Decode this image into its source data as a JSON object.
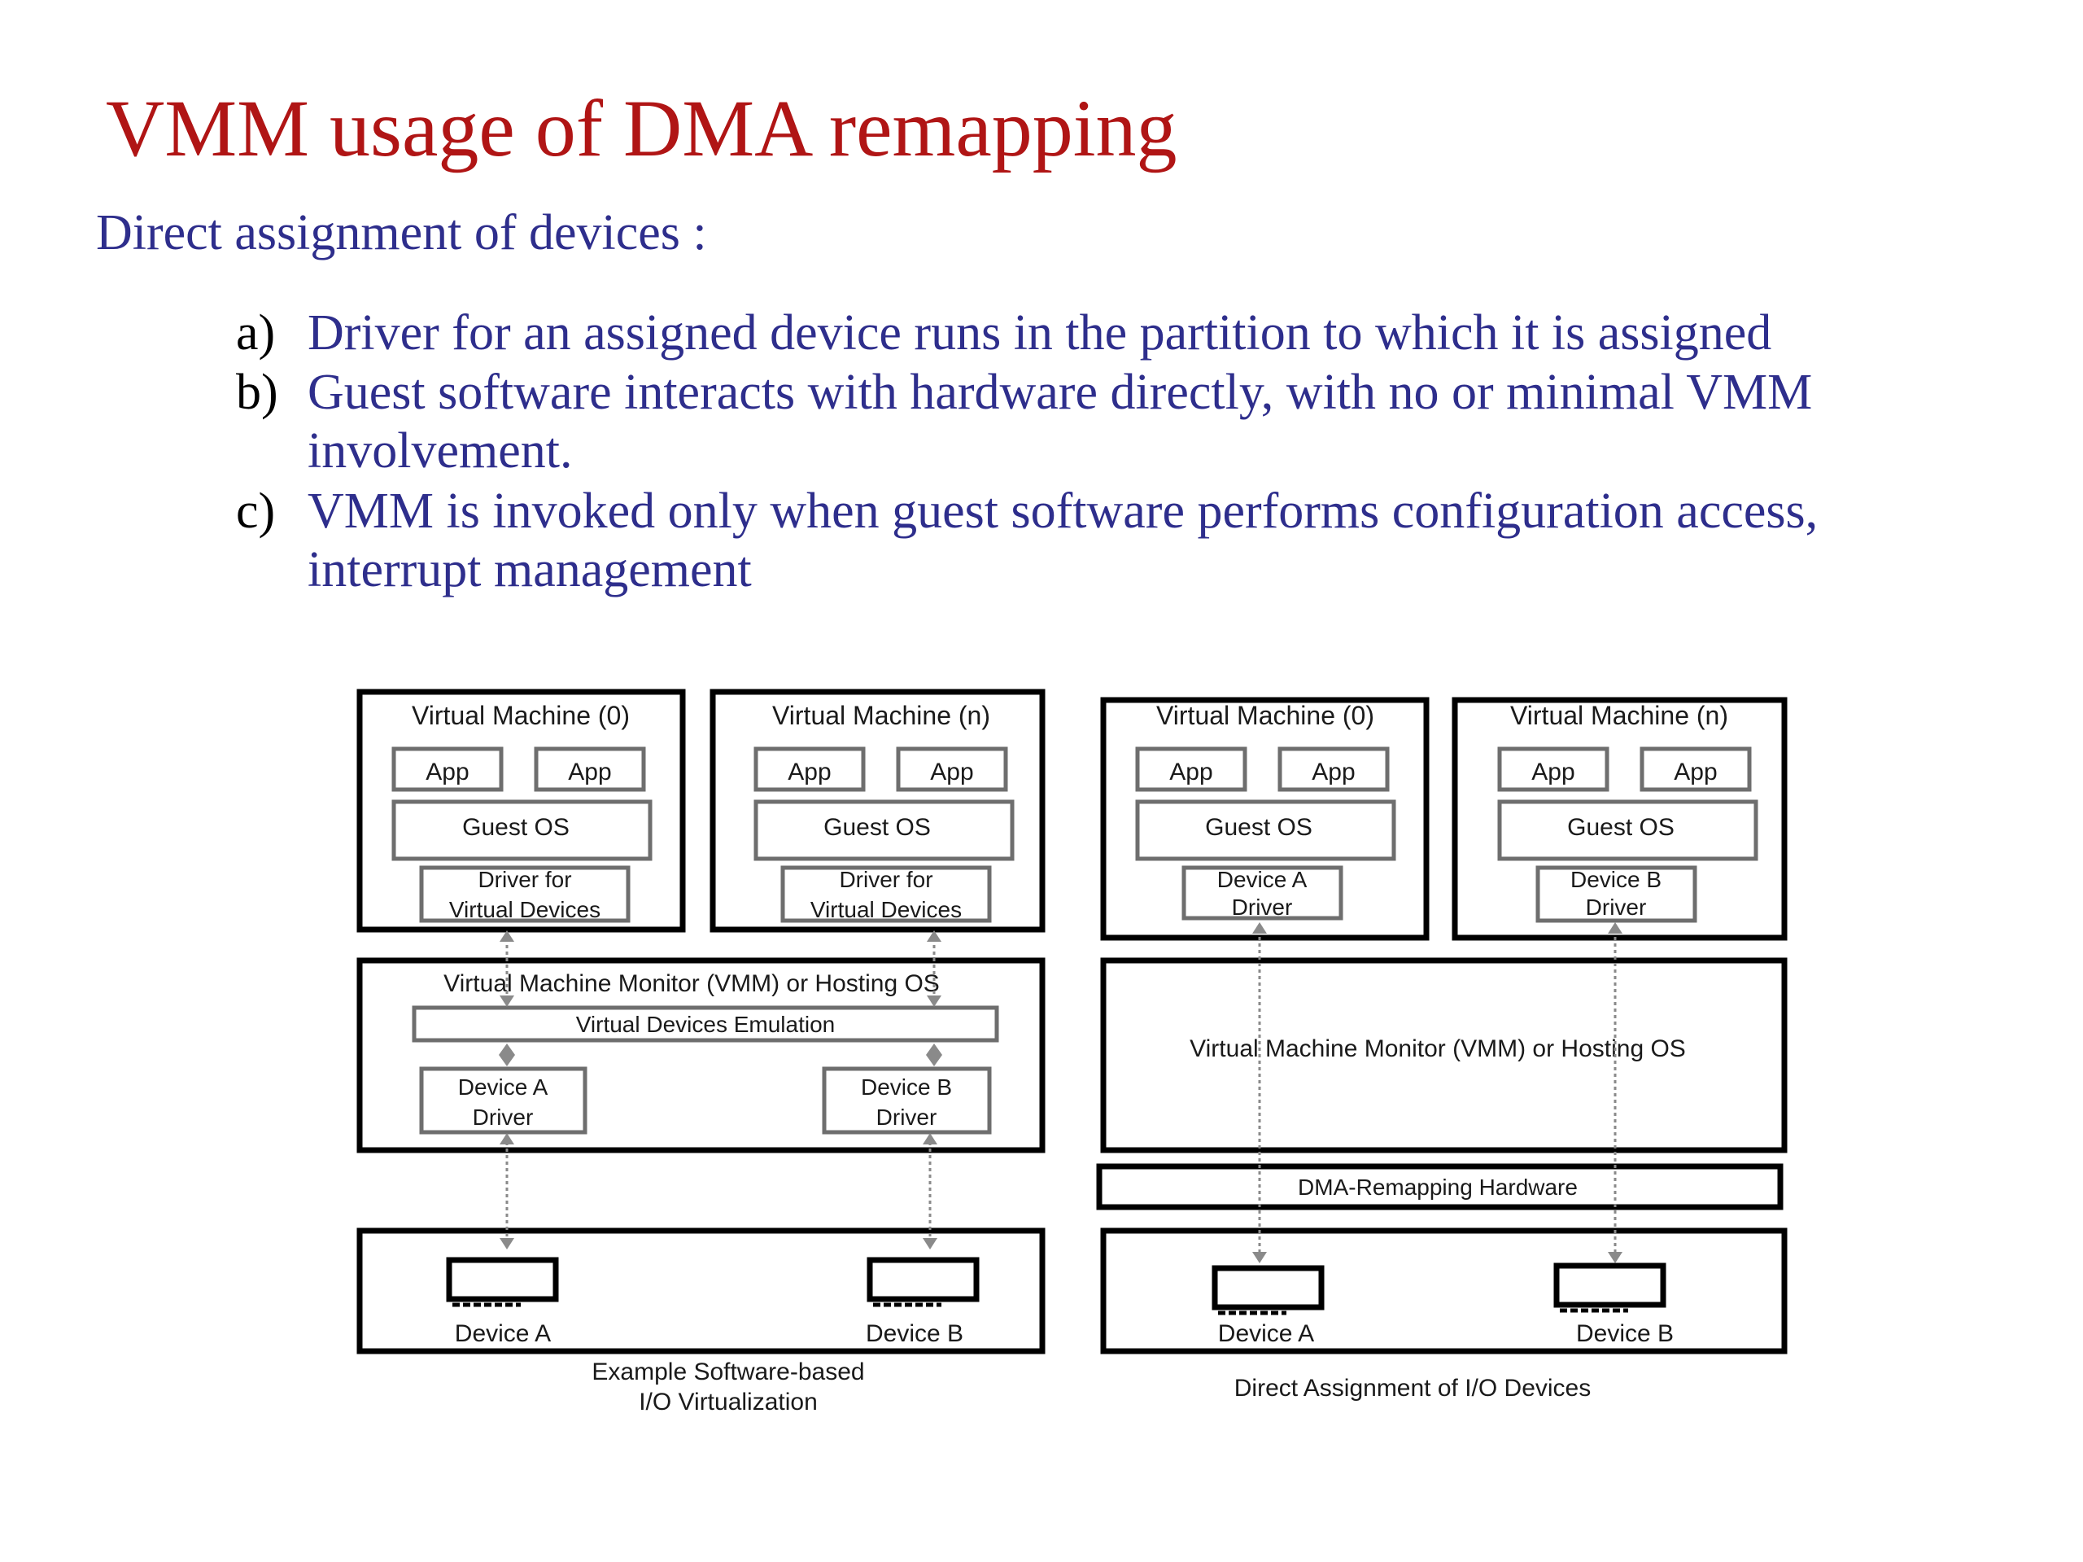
{
  "slide": {
    "title": "VMM usage of DMA remapping",
    "subtitle": "Direct assignment of devices :",
    "bullets": [
      {
        "marker": "a)",
        "lines": [
          "Driver for an assigned device runs in the partition to which it is assigned"
        ]
      },
      {
        "marker": "b)",
        "lines": [
          "Guest software interacts with hardware directly, with no or minimal VMM",
          "involvement."
        ]
      },
      {
        "marker": "c)",
        "lines": [
          "VMM is invoked only when guest software performs configuration access,",
          "interrupt management"
        ]
      }
    ]
  },
  "left": {
    "vm0": {
      "title": "Virtual Machine (0)",
      "app1": "App",
      "app2": "App",
      "guest_os": "Guest OS",
      "driver_l1": "Driver for",
      "driver_l2": "Virtual Devices"
    },
    "vmn": {
      "title": "Virtual Machine (n)",
      "app1": "App",
      "app2": "App",
      "guest_os": "Guest OS",
      "driver_l1": "Driver for",
      "driver_l2": "Virtual Devices"
    },
    "vmm_title": "Virtual Machine Monitor (VMM) or Hosting OS",
    "emulation": "Virtual Devices Emulation",
    "drv_a_l1": "Device A",
    "drv_a_l2": "Driver",
    "drv_b_l1": "Device B",
    "drv_b_l2": "Driver",
    "device_a": "Device A",
    "device_b": "Device B",
    "caption_l1": "Example Software-based",
    "caption_l2": "I/O Virtualization"
  },
  "right": {
    "vm0": {
      "title": "Virtual Machine (0)",
      "app1": "App",
      "app2": "App",
      "guest_os": "Guest OS",
      "driver_l1": "Device A",
      "driver_l2": "Driver"
    },
    "vmn": {
      "title": "Virtual Machine (n)",
      "app1": "App",
      "app2": "App",
      "guest_os": "Guest OS",
      "driver_l1": "Device B",
      "driver_l2": "Driver"
    },
    "vmm_title": "Virtual Machine Monitor (VMM) or Hosting OS",
    "dma": "DMA-Remapping Hardware",
    "device_a": "Device A",
    "device_b": "Device B",
    "caption": "Direct Assignment of I/O Devices"
  }
}
